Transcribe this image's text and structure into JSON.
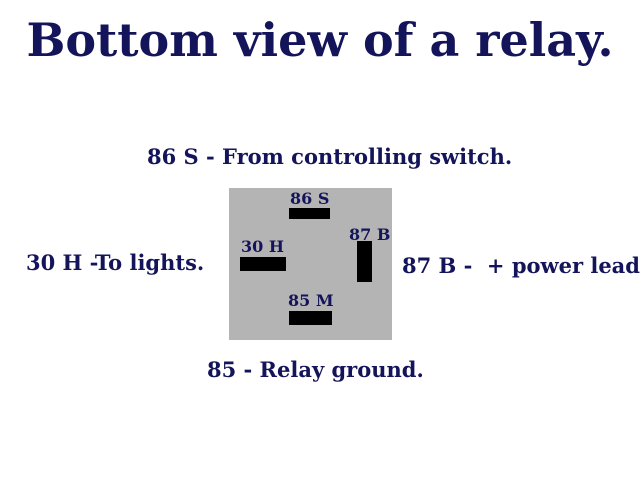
{
  "title": "Bottom view of a relay.",
  "labels": {
    "top": "86 S - From controlling switch.",
    "left": "30 H -To lights.",
    "right": "87 B -  + power lead.",
    "bottom": "85 - Relay ground."
  },
  "relay": {
    "pins": {
      "p86": "86 S",
      "p30": "30 H",
      "p87": "87 B",
      "p85": "85 M"
    }
  },
  "colors": {
    "text": "#14145a",
    "relay_body": "#b4b4b4",
    "pin": "#000000"
  }
}
